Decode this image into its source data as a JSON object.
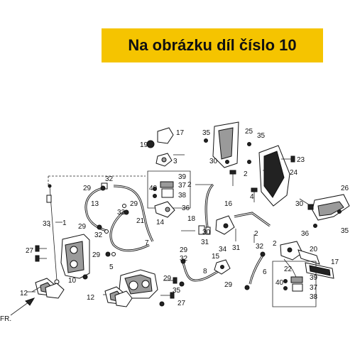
{
  "banner": {
    "text": "Na obrázku díl číslo 10"
  },
  "direction_label": "FR.",
  "callouts": {
    "c1": "1",
    "c2a": "2",
    "c2b": "2",
    "c2c": "2",
    "c3": "3",
    "c4": "4",
    "c5": "5",
    "c6": "6",
    "c7": "7",
    "c8": "8",
    "c10": "10",
    "c12a": "12",
    "c12b": "12",
    "c13": "13",
    "c14": "14",
    "c15": "15",
    "c16": "16",
    "c17a": "17",
    "c17b": "17",
    "c18": "18",
    "c19": "19",
    "c20": "20",
    "c21": "21",
    "c22": "22",
    "c23": "23",
    "c24": "24",
    "c25": "25",
    "c26": "26",
    "c27a": "27",
    "c27b": "27",
    "c29a": "29",
    "c29b": "29",
    "c29c": "29",
    "c29d": "29",
    "c29e": "29",
    "c29f": "29",
    "c29g": "29",
    "c30a": "30",
    "c30b": "30",
    "c31": "31",
    "c32a": "32",
    "c32b": "32",
    "c32c": "32",
    "c32d": "32",
    "c33": "33",
    "c34": "34",
    "c35a": "35",
    "c35b": "35",
    "c35c": "35",
    "c36a": "36",
    "c36b": "36",
    "c37a": "37",
    "c37b": "37",
    "c38a": "38",
    "c38b": "38",
    "c39a": "39",
    "c39b": "39",
    "c40a": "40",
    "c40b": "40"
  }
}
